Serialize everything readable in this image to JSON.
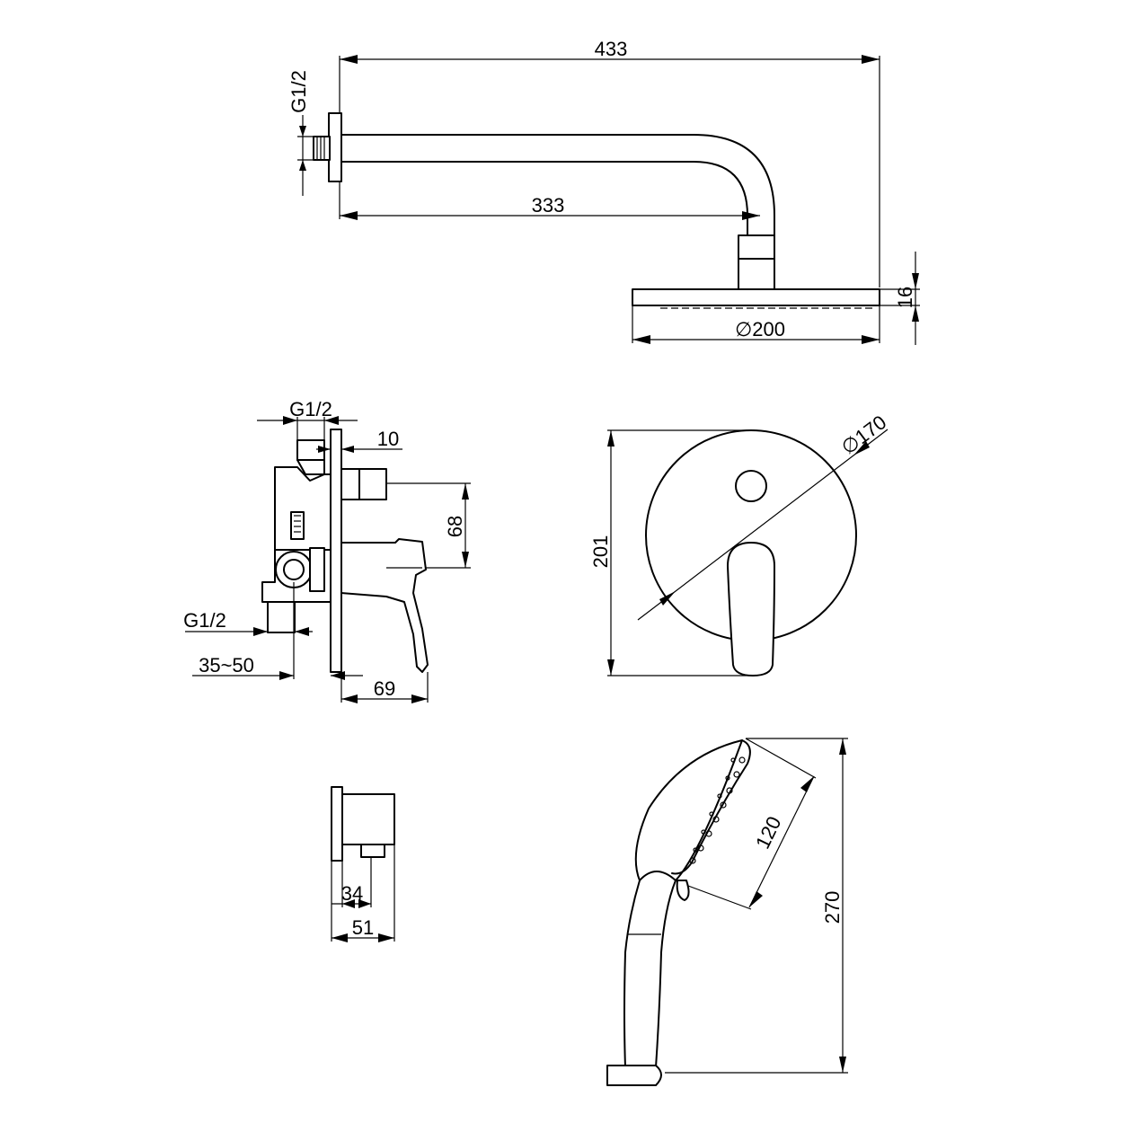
{
  "drawing": {
    "background": "#ffffff",
    "line_color": "#000000"
  },
  "shower_arm": {
    "label_thread": "G1/2",
    "label_total_length": "433",
    "label_arm_length": "333",
    "label_head_diameter": "∅200",
    "label_head_height": "16"
  },
  "mixer_side": {
    "label_top_thread": "G1/2",
    "label_plate": "10",
    "label_height": "68",
    "label_bottom_thread": "G1/2",
    "label_depth_range": "35~50",
    "label_handle_depth": "69"
  },
  "mixer_front": {
    "label_diameter": "∅170",
    "label_height": "201"
  },
  "wall_outlet": {
    "label_inner": "34",
    "label_outer": "51"
  },
  "hand_shower": {
    "label_head_width": "120",
    "label_length": "270"
  }
}
